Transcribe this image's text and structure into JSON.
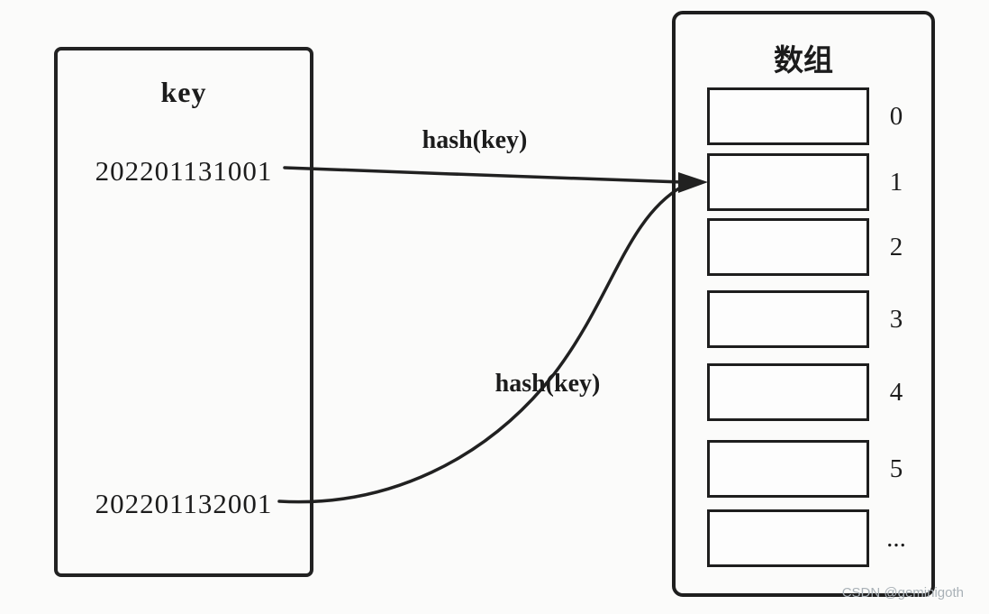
{
  "diagram": {
    "key_box": {
      "title": "key",
      "keys": [
        "202201131001",
        "202201132001"
      ]
    },
    "arrows": [
      {
        "label": "hash(key)",
        "from_key": "202201131001",
        "to_slot": "1"
      },
      {
        "label": "hash(key)",
        "from_key": "202201132001",
        "to_slot": "1"
      }
    ],
    "array_box": {
      "title": "数组",
      "slots": [
        "0",
        "1",
        "2",
        "3",
        "4",
        "5",
        "..."
      ]
    },
    "watermark": "CSDN @geminigoth",
    "colors": {
      "stroke": "#212121",
      "background": "#fbfbfa",
      "watermark_text": "#a9b1b7"
    }
  }
}
